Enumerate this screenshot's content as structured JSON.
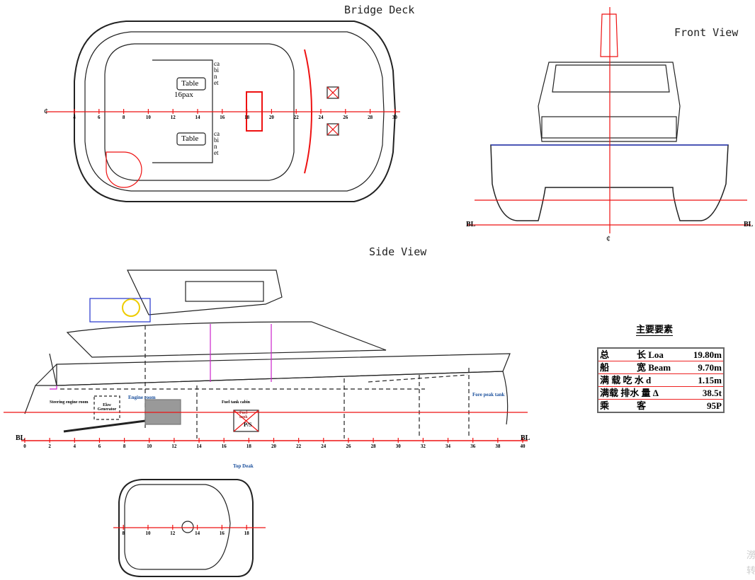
{
  "titles": {
    "bridge": "Bridge Deck",
    "front": "Front View",
    "side": "Side View",
    "top": "Top Deak"
  },
  "bridge_labels": {
    "table": "Table",
    "pax": "16pax",
    "cabinet": "cabinet",
    "cl": "¢"
  },
  "side_labels": {
    "steering": "Steering engine room",
    "generator": "Ekw Generator",
    "engine": "Engine room",
    "fuel_cabin": "Fuel tank cabin",
    "fuel_tank": "Fuel tank",
    "ps": "P/S",
    "fore_peak": "Fore peak tank",
    "bl": "BL"
  },
  "front_labels": {
    "bl": "BL",
    "cl": "¢"
  },
  "stations": {
    "side": [
      0,
      2,
      4,
      6,
      8,
      10,
      12,
      14,
      16,
      18,
      20,
      22,
      24,
      26,
      28,
      30,
      32,
      34,
      36,
      38,
      40
    ],
    "bridge": [
      4,
      6,
      8,
      10,
      12,
      14,
      16,
      18,
      20,
      22,
      24,
      26,
      28,
      30
    ],
    "top": [
      8,
      10,
      12,
      14,
      16,
      18
    ]
  },
  "spec": {
    "title": "主要要素",
    "rows": [
      {
        "label": "总　　　长 Loa",
        "value": "19.80m"
      },
      {
        "label": "船　　　宽 Beam",
        "value": "9.70m"
      },
      {
        "label": "满 载 吃 水 d",
        "value": "1.15m"
      },
      {
        "label": "满载 排水 量 Δ",
        "value": "38.5t"
      },
      {
        "label": "乘　　　客",
        "value": "95P"
      }
    ]
  },
  "watermark": "澇 转"
}
